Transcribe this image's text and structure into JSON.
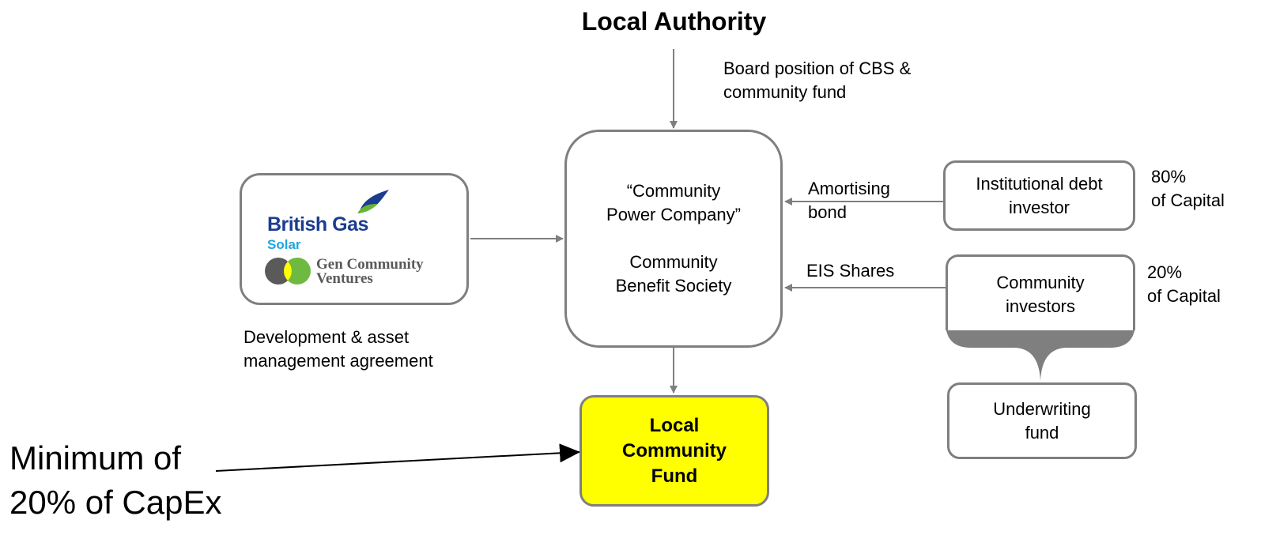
{
  "authority": {
    "title": "Local Authority",
    "role_line1": "Board position of CBS &",
    "role_line2": "community fund"
  },
  "cbs": {
    "line1": "“Community",
    "line2": "Power Company”",
    "line3": "Community",
    "line4": "Benefit Society"
  },
  "developer": {
    "logo_brand": "British Gas",
    "logo_sub": "Solar",
    "logo_partner_line1": "Gen Community",
    "logo_partner_line2": "Ventures",
    "caption_line1": "Development & asset",
    "caption_line2": "management agreement"
  },
  "debt": {
    "line1": "Institutional debt",
    "line2": "investor",
    "edge_line1": "Amortising",
    "edge_line2": "bond",
    "share_pct": "80%",
    "share_label": "of Capital"
  },
  "community": {
    "line1": "Community",
    "line2": "investors",
    "edge_label": "EIS Shares",
    "share_pct": "20%",
    "share_label": "of Capital"
  },
  "underwriting": {
    "line1": "Underwriting",
    "line2": "fund"
  },
  "fund": {
    "line1": "Local",
    "line2": "Community",
    "line3": "Fund"
  },
  "note": {
    "line1": "Minimum of",
    "line2": "20% of CapEx"
  },
  "colors": {
    "border": "#7f7f7f",
    "arrow": "#7f7f7f",
    "fund_fill": "#ffff00",
    "brand_blue": "#1b3d8f",
    "solar_blue": "#1ea7e1",
    "gen_green": "#66b535",
    "gen_grey": "#5a5a5a"
  }
}
